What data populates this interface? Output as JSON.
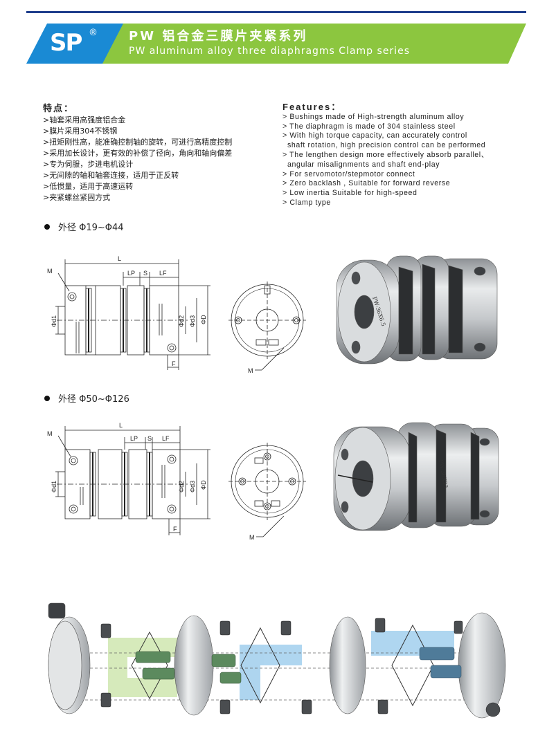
{
  "header": {
    "logo_text": "SP",
    "logo_reg": "®",
    "title_cn": "PW 铝合金三膜片夹紧系列",
    "title_en": "PW aluminum alloy three diaphragms Clamp series"
  },
  "features_cn": {
    "heading": "特点：",
    "items": [
      ">轴套采用高强度铝合金",
      ">膜片采用304不锈钢",
      ">扭矩刚性高，能准确控制轴的旋转，可进行高精度控制",
      ">采用加长设计，更有效的补偿了径向，角向和轴向偏差",
      ">专为伺服，步进电机设计",
      ">无间隙的轴和轴套连接，适用于正反转",
      ">低惯量，适用于高速运转",
      ">夹紧螺丝紧固方式"
    ]
  },
  "features_en": {
    "heading": "Features：",
    "lines": [
      "> Bushings made of High-strength aluminum alloy",
      "> The diaphragm is made of 304 stainless steel",
      "> With high torque  capacity, can accurately control",
      "shaft rotation, high precision control can be performed",
      "> The lengthen design more effectively absorb parallel、",
      "angular misalignments and shaft end-play",
      "> For servomotor/stepmotor connect",
      "> Zero backlash , Suitable for forward reverse",
      "> Low inertia Suitable for high-speed",
      "> Clamp type"
    ]
  },
  "sections": [
    {
      "label": "外径 Φ19~Φ44",
      "product_mark": "PW-36X6.5"
    },
    {
      "label": "外径 Φ50~Φ126",
      "product_mark": "PW-36X33"
    }
  ],
  "drawing_labels": {
    "L": "L",
    "LP": "LP",
    "S": "S",
    "LF": "LF",
    "M": "M",
    "F": "F",
    "d1": "Φd1",
    "d2": "Φd2",
    "d3": "Φd3",
    "D": "ΦD"
  },
  "colors": {
    "accent_blue": "#1a8ad4",
    "accent_green": "#8cc63f",
    "rule_navy": "#1f3e8c"
  }
}
